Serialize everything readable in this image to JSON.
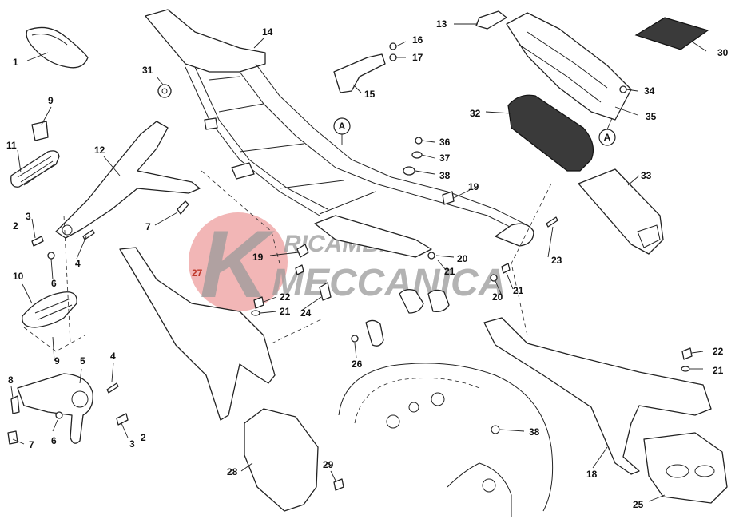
{
  "diagram": {
    "callouts": [
      {
        "id": "c1",
        "text": "1"
      },
      {
        "id": "c2a",
        "text": "2"
      },
      {
        "id": "c2b",
        "text": "2"
      },
      {
        "id": "c3a",
        "text": "3"
      },
      {
        "id": "c3b",
        "text": "3"
      },
      {
        "id": "c4a",
        "text": "4"
      },
      {
        "id": "c4b",
        "text": "4"
      },
      {
        "id": "c5",
        "text": "5"
      },
      {
        "id": "c6a",
        "text": "6"
      },
      {
        "id": "c6b",
        "text": "6"
      },
      {
        "id": "c7a",
        "text": "7"
      },
      {
        "id": "c7b",
        "text": "7"
      },
      {
        "id": "c8",
        "text": "8"
      },
      {
        "id": "c9a",
        "text": "9"
      },
      {
        "id": "c9b",
        "text": "9"
      },
      {
        "id": "c10",
        "text": "10"
      },
      {
        "id": "c11",
        "text": "11"
      },
      {
        "id": "c12",
        "text": "12"
      },
      {
        "id": "c13",
        "text": "13"
      },
      {
        "id": "c14",
        "text": "14"
      },
      {
        "id": "c15",
        "text": "15"
      },
      {
        "id": "c16",
        "text": "16"
      },
      {
        "id": "c17",
        "text": "17"
      },
      {
        "id": "c18",
        "text": "18"
      },
      {
        "id": "c19a",
        "text": "19"
      },
      {
        "id": "c19b",
        "text": "19"
      },
      {
        "id": "c20a",
        "text": "20"
      },
      {
        "id": "c20b",
        "text": "20"
      },
      {
        "id": "c21a",
        "text": "21"
      },
      {
        "id": "c21b",
        "text": "21"
      },
      {
        "id": "c21c",
        "text": "21"
      },
      {
        "id": "c21d",
        "text": "21"
      },
      {
        "id": "c22a",
        "text": "22"
      },
      {
        "id": "c22b",
        "text": "22"
      },
      {
        "id": "c23",
        "text": "23"
      },
      {
        "id": "c24",
        "text": "24"
      },
      {
        "id": "c25",
        "text": "25"
      },
      {
        "id": "c26",
        "text": "26"
      },
      {
        "id": "c27",
        "text": "27"
      },
      {
        "id": "c28",
        "text": "28"
      },
      {
        "id": "c29",
        "text": "29"
      },
      {
        "id": "c30",
        "text": "30"
      },
      {
        "id": "c31",
        "text": "31"
      },
      {
        "id": "c32",
        "text": "32"
      },
      {
        "id": "c33",
        "text": "33"
      },
      {
        "id": "c34",
        "text": "34"
      },
      {
        "id": "c35",
        "text": "35"
      },
      {
        "id": "c36",
        "text": "36"
      },
      {
        "id": "c37",
        "text": "37"
      },
      {
        "id": "c38a",
        "text": "38"
      },
      {
        "id": "c38b",
        "text": "38"
      }
    ],
    "reference_markers": [
      {
        "id": "refA1",
        "text": "A"
      },
      {
        "id": "refA2",
        "text": "A"
      }
    ],
    "highlight_color": "#c0392b"
  },
  "watermark": {
    "line1": "RICAMBI",
    "line2": "MECCANICA",
    "color": "#e56b6b"
  }
}
